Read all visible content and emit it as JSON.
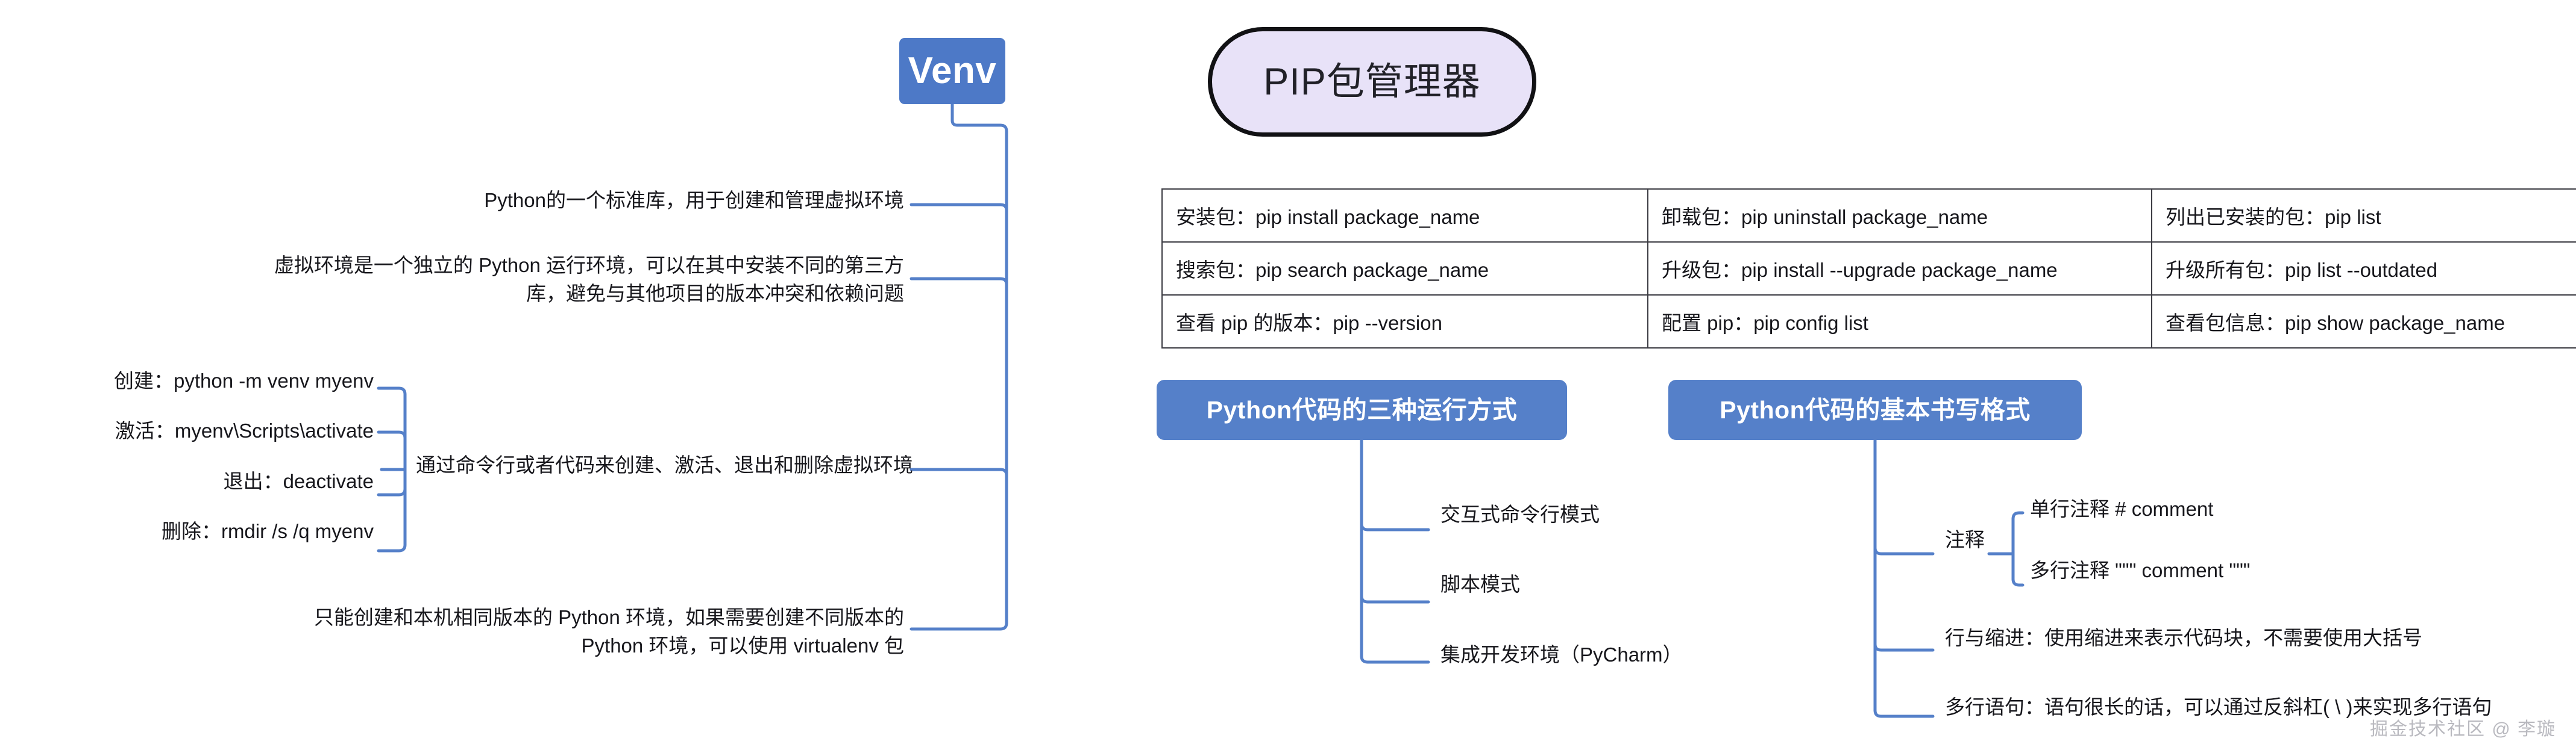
{
  "roots": {
    "venv": "Venv",
    "pip": "PIP包管理器"
  },
  "sections": {
    "run_modes_title": "Python代码的三种运行方式",
    "writing_style_title": "Python代码的基本书写格式"
  },
  "pip_table": {
    "rows": [
      [
        "安装包：pip install package_name",
        "卸载包：pip uninstall package_name",
        "列出已安装的包：pip list"
      ],
      [
        "搜索包：pip search package_name",
        "升级包：pip install --upgrade package_name",
        "升级所有包：pip list --outdated"
      ],
      [
        "查看 pip 的版本：pip --version",
        "配置 pip：pip config list",
        "查看包信息：pip show package_name"
      ]
    ]
  },
  "venv_branches": {
    "stdlib": "Python的一个标准库，用于创建和管理虚拟环境",
    "isolated": "虚拟环境是一个独立的 Python 运行环境，可以在其中安装不同的第三方库，避免与其他项目的版本冲突和依赖问题",
    "cmdline": "通过命令行或者代码来创建、激活、退出和删除虚拟环境",
    "version_note": "只能创建和本机相同版本的 Python 环境，如果需要创建不同版本的 Python 环境，可以使用 virtualenv 包",
    "commands": {
      "create": "创建：python -m venv myenv",
      "activate": "激活：myenv\\Scripts\\activate",
      "exit": "退出：deactivate",
      "remove": "删除：rmdir /s /q myenv"
    }
  },
  "run_modes": {
    "items": [
      "交互式命令行模式",
      "脚本模式",
      "集成开发环境（PyCharm）"
    ]
  },
  "writing_style": {
    "comment_label": "注释",
    "comment_children": [
      "单行注释 # comment",
      "多行注释 \"\"\" comment \"\"\""
    ],
    "indent": "行与缩进：使用缩进来表示代码块，不需要使用大括号",
    "multiline": "多行语句：语句很长的话，可以通过反斜杠( \\ )来实现多行语句"
  },
  "watermark": "掘金技术社区 @ 李璇",
  "colors": {
    "node_blue": "#4d79c7",
    "pill_blue": "#5580c9",
    "pip_fill": "#e8e2f8",
    "pip_stroke": "#111114",
    "wire": "#5580c9",
    "table_border": "#3b3b42"
  }
}
